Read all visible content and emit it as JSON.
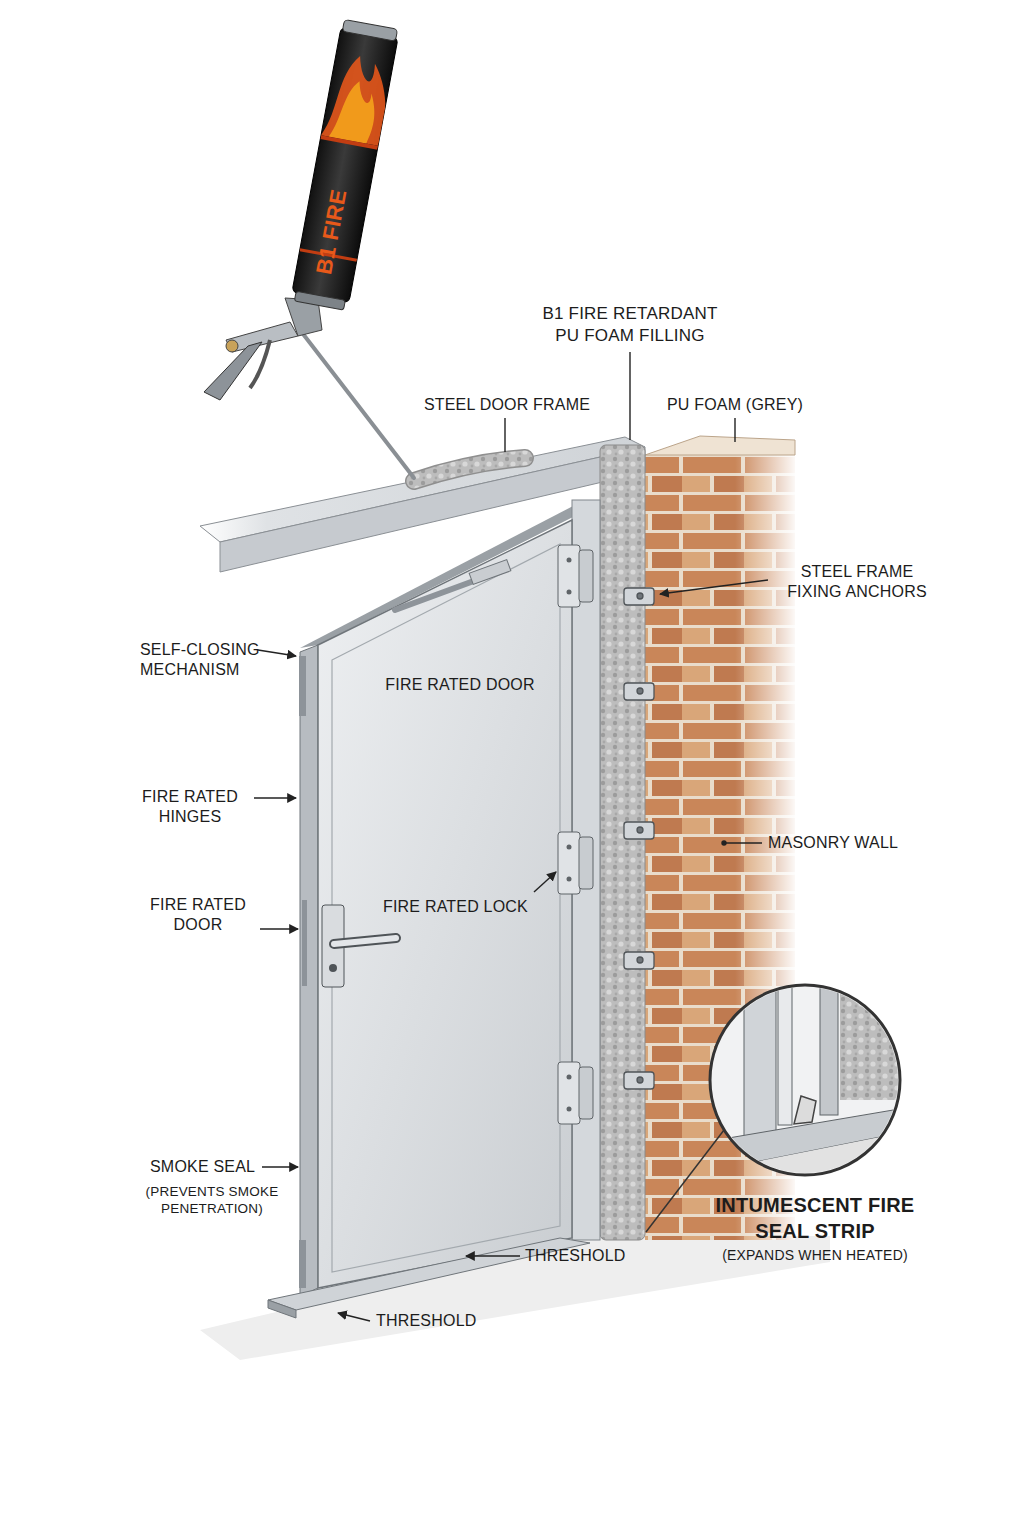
{
  "diagram": {
    "labels": [
      "B1 FIRE",
      "B1 FIRE RETARDANT PU FOAM FILLING",
      "STEEL DOOR FRAME",
      "PU FOAM (GREY)",
      "STEEL FRAME FIXING ANCHORS",
      "SELF-CLOSING MECHANISM",
      "FIRE RATED DOOR",
      "FIRE RATED HINGES",
      "MASONRY WALL",
      "FIRE RATED DOOR",
      "FIRE RATED LOCK",
      "SMOKE SEAL",
      "(PREVENTS SMOKE PENETRATION)",
      "INTUMESCENT FIRE SEAL STRIP",
      "(EXPANDS WHEN HEATED)",
      "THRESHOLD",
      "THRESHOLD"
    ]
  }
}
